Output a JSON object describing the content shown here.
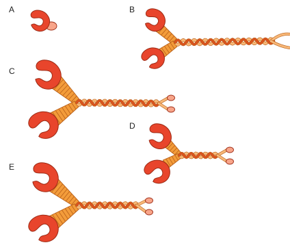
{
  "panels": [
    {
      "id": "A",
      "label": "A"
    },
    {
      "id": "B",
      "label": "B"
    },
    {
      "id": "C",
      "label": "C"
    },
    {
      "id": "D",
      "label": "D"
    },
    {
      "id": "E",
      "label": "E"
    }
  ],
  "colors": {
    "head_red": "#e8452c",
    "head_outline": "#9c2a14",
    "neck_orange": "#f39c3a",
    "neck_outline": "#b9601a",
    "strand_light": "#f7b878",
    "strand_dark": "#d9531e",
    "globule_pink": "#f8a58a",
    "background": "#ffffff"
  }
}
